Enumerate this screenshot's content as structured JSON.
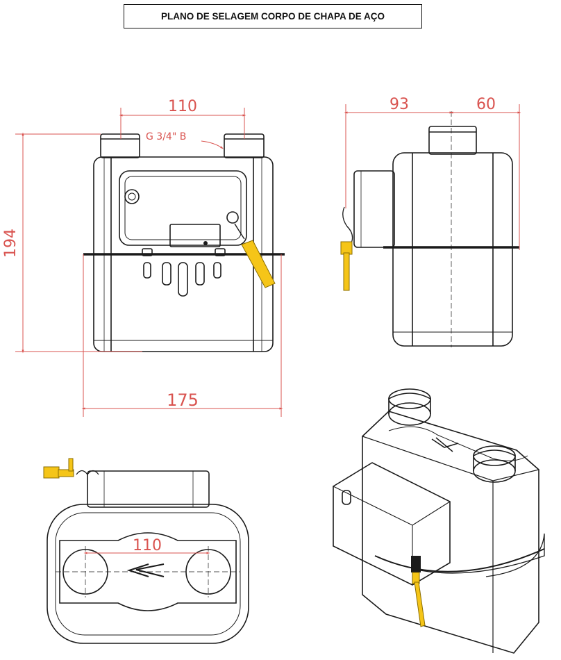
{
  "title": "PLANO DE SELAGEM CORPO DE CHAPA DE AÇO",
  "front_view": {
    "dim_width_top": "110",
    "thread_label": "G 3/4\" B",
    "dim_height": "194",
    "dim_width_bottom": "175"
  },
  "side_view": {
    "dim_left": "93",
    "dim_right": "60"
  },
  "top_view": {
    "dim_spacing": "110"
  },
  "colors": {
    "dimension": "#d9534f",
    "outline": "#1a1a1a",
    "seal": "#f5c518"
  }
}
